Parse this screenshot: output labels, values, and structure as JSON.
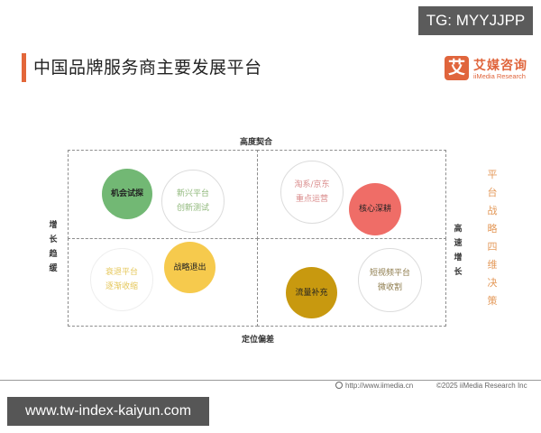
{
  "watermarks": {
    "top": "TG: MYYJJPP",
    "bottom": "www.tw-index-kaiyun.com"
  },
  "header": {
    "title": "中国品牌服务商主要发展平台",
    "accent_color": "#e3673a"
  },
  "logo": {
    "icon_char": "艾",
    "name_cn": "艾媒咨询",
    "name_en": "iiMedia Research",
    "color": "#e0653c"
  },
  "axes": {
    "top": "高度契合",
    "bottom": "定位偏差",
    "left": [
      "增",
      "长",
      "趋",
      "缓"
    ],
    "right": [
      "高",
      "速",
      "增",
      "长"
    ]
  },
  "side_title": {
    "chars": [
      "平",
      "台",
      "战",
      "略",
      "四",
      "维",
      "决",
      "策"
    ],
    "color": "#e49a5b"
  },
  "quadrants": [
    {
      "position": "top-left",
      "circles": [
        {
          "lines": [
            "机会试探"
          ],
          "style": "filled",
          "fill": "#72b874",
          "text_color": "#222222"
        },
        {
          "lines": [
            "新兴平台",
            "创新测试"
          ],
          "style": "outline",
          "border": "#d9d9d9",
          "text_color": "#8fb87a"
        }
      ]
    },
    {
      "position": "top-right",
      "circles": [
        {
          "lines": [
            "淘系/京东",
            "重点运营"
          ],
          "style": "outline",
          "border": "#d9d9d9",
          "text_color": "#d98a8a"
        },
        {
          "lines": [
            "核心深耕"
          ],
          "style": "filled",
          "fill": "#ef6d67",
          "text_color": "#222222"
        }
      ]
    },
    {
      "position": "bottom-left",
      "circles": [
        {
          "lines": [
            "衰退平台",
            "逐渐收缩"
          ],
          "style": "outline",
          "border": "#ececec",
          "text_color": "#e5c75a"
        },
        {
          "lines": [
            "战略退出"
          ],
          "style": "filled",
          "fill": "#f6ca4d",
          "text_color": "#222222"
        }
      ]
    },
    {
      "position": "bottom-right",
      "circles": [
        {
          "lines": [
            "流量补充"
          ],
          "style": "filled",
          "fill": "#c8990f",
          "text_color": "#222222"
        },
        {
          "lines": [
            "短视频平台",
            "微收割"
          ],
          "style": "outline",
          "border": "#d9d9d9",
          "text_color": "#8c7a4a"
        }
      ]
    }
  ],
  "footer": {
    "url": "http://www.iimedia.cn",
    "copyright": "©2025  iiMedia Research  Inc"
  }
}
